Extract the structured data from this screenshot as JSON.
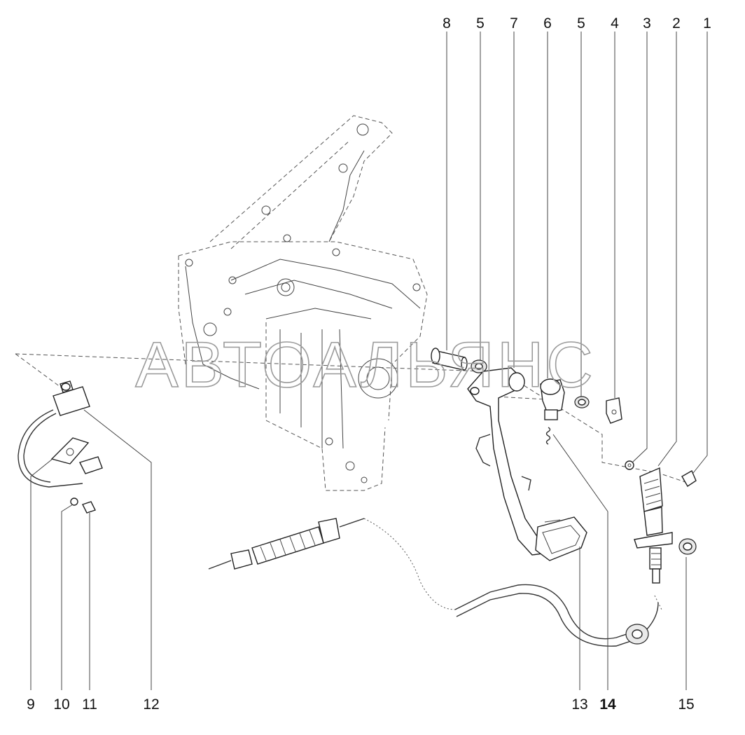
{
  "watermark": "АВТОАЛЬЯНС",
  "callouts": [
    {
      "id": "c8",
      "label": "8"
    },
    {
      "id": "c5a",
      "label": "5"
    },
    {
      "id": "c7",
      "label": "7"
    },
    {
      "id": "c6",
      "label": "6"
    },
    {
      "id": "c5b",
      "label": "5"
    },
    {
      "id": "c4",
      "label": "4"
    },
    {
      "id": "c3",
      "label": "3"
    },
    {
      "id": "c2",
      "label": "2"
    },
    {
      "id": "c1",
      "label": "1"
    },
    {
      "id": "c9",
      "label": "9"
    },
    {
      "id": "c10",
      "label": "10"
    },
    {
      "id": "c11",
      "label": "11"
    },
    {
      "id": "c12",
      "label": "12"
    },
    {
      "id": "c13",
      "label": "13"
    },
    {
      "id": "c14",
      "label": "14"
    },
    {
      "id": "c15",
      "label": "15"
    }
  ]
}
